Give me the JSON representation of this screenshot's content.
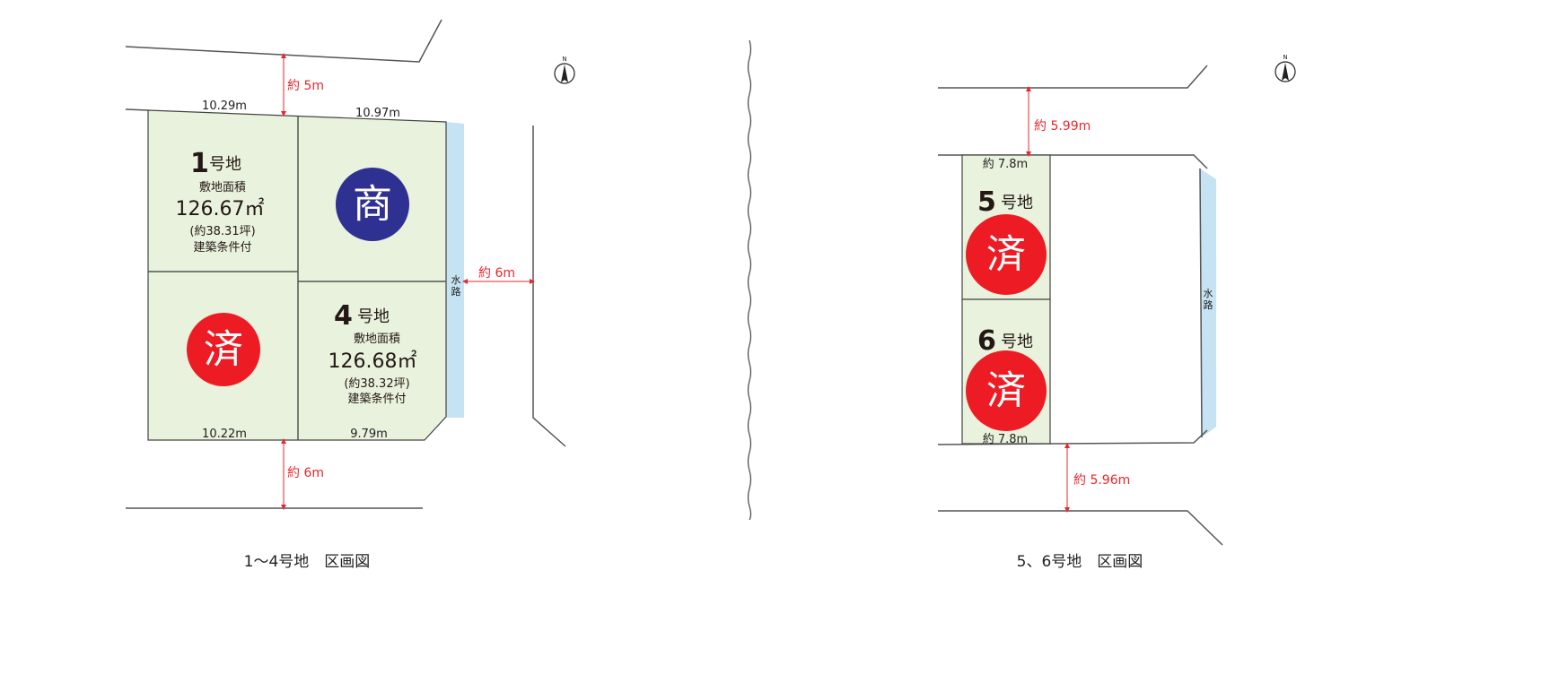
{
  "left_plan": {
    "caption": "1～4号地　区画図",
    "road_top_width": "約 5m",
    "road_bottom_width": "約 6m",
    "side_width": "約 6m",
    "waterway": [
      "水",
      "路"
    ],
    "dims": {
      "top_left": "10.29m",
      "top_right": "10.97m",
      "bottom_left": "10.22m",
      "bottom_right": "9.79m"
    },
    "lot1": {
      "number": "1",
      "suffix": "号地",
      "area_label": "敷地面積",
      "area": "126.67㎡",
      "tsubo": "(約38.31坪)",
      "condition": "建築条件付"
    },
    "lot2": {
      "stamp": "済"
    },
    "lot3": {
      "stamp": "商"
    },
    "lot4": {
      "number": "4",
      "suffix": "号地",
      "area_label": "敷地面積",
      "area": "126.68㎡",
      "tsubo": "(約38.32坪)",
      "condition": "建築条件付"
    },
    "compass": "N"
  },
  "right_plan": {
    "caption": "5、6号地　区画図",
    "road_top_width": "約 5.99m",
    "road_bottom_width": "約 5.96m",
    "frontage_top": "約 7.8m",
    "frontage_bottom": "約 7.8m",
    "waterway": [
      "水",
      "路"
    ],
    "lot5": {
      "number": "5",
      "suffix": "号地",
      "stamp": "済"
    },
    "lot6": {
      "number": "6",
      "suffix": "号地",
      "stamp": "済"
    },
    "compass": "N"
  },
  "colors": {
    "lot": "#e9f2dc",
    "sold": "#ed1c24",
    "commercial": "#2e3192",
    "water": "#c5e3f3",
    "dimension": "#e8262d"
  }
}
